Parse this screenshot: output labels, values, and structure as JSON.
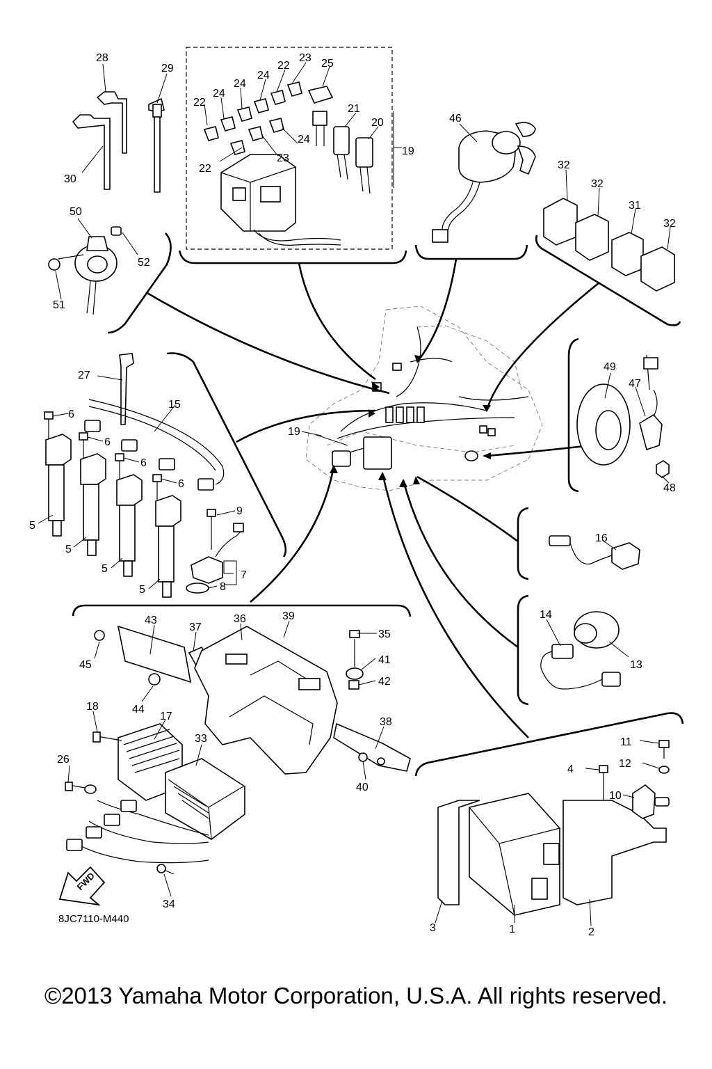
{
  "diagram_code": "8JC7110-M440",
  "fwd_label": "FWD",
  "copyright": "©2013 Yamaha Motor Corporation, U.S.A. All rights reserved.",
  "callouts": [
    "1",
    "2",
    "3",
    "4",
    "5",
    "6",
    "7",
    "8",
    "9",
    "10",
    "11",
    "12",
    "13",
    "14",
    "15",
    "16",
    "17",
    "18",
    "19",
    "20",
    "21",
    "22",
    "23",
    "24",
    "25",
    "26",
    "27",
    "28",
    "29",
    "30",
    "31",
    "32",
    "33",
    "34",
    "35",
    "36",
    "37",
    "38",
    "39",
    "40",
    "41",
    "42",
    "43",
    "44",
    "45",
    "46",
    "47",
    "48",
    "49",
    "50",
    "51",
    "52"
  ]
}
